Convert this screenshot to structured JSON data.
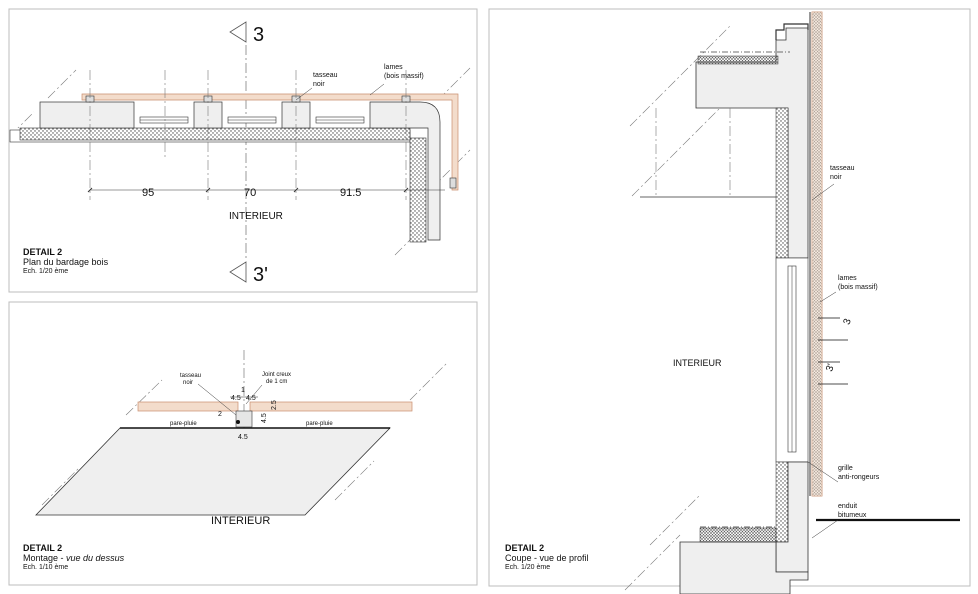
{
  "panel1": {
    "section_top": "3",
    "section_bottom": "3'",
    "label_tasseau_1": "tasseau",
    "label_tasseau_2": "noir",
    "label_lames_1": "lames",
    "label_lames_2": "(bois massif)",
    "dim_1": "95",
    "dim_2": "70",
    "dim_3": "91.5",
    "interior": "INTERIEUR",
    "title": "DETAIL 2",
    "subtitle": "Plan du bardage bois",
    "scale": "Ech. 1/20 ème"
  },
  "panel2": {
    "label_tasseau_1": "tasseau",
    "label_tasseau_2": "noir",
    "label_joint_1": "Joint creux",
    "label_joint_2": "de 1 cm",
    "dim_top": "1",
    "dim_45a": "4.5",
    "dim_45b": "4.5",
    "dim_2": "2",
    "dim_25": "2.5",
    "dim_45c": "4.5",
    "dim_45d": "4.5",
    "pare_left": "pare-pluie",
    "pare_right": "pare-pluie",
    "interior": "INTERIEUR",
    "title": "DETAIL 2",
    "subtitle_main": "Montage - ",
    "subtitle_em": "vue du dessus",
    "scale": "Ech. 1/10 ème"
  },
  "panel3": {
    "label_tasseau_1": "tasseau",
    "label_tasseau_2": "noir",
    "label_lames_1": "lames",
    "label_lames_2": "(bois massif)",
    "label_grille_1": "grille",
    "label_grille_2": "anti-rongeurs",
    "label_enduit_1": "enduit",
    "label_enduit_2": "bitumeux",
    "section_a": "3",
    "section_b": "3'",
    "interior": "INTERIEUR",
    "title": "DETAIL 2",
    "subtitle": "Coupe - vue de profil",
    "scale": "Ech. 1/20 ème"
  },
  "colors": {
    "frame": "#bdbdbd",
    "wood": "#f3dccb",
    "wood_stroke": "#c98e6e",
    "fill_grey": "#efefef",
    "line": "#222222"
  }
}
